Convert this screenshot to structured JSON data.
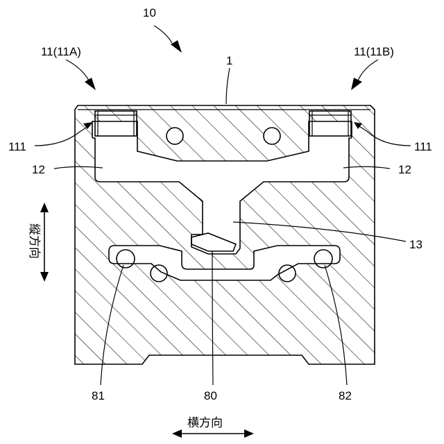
{
  "labels": {
    "assembly": "10",
    "part_left": "11(11A)",
    "part_right": "11(11B)",
    "body": "1",
    "port_left": "111",
    "port_right": "111",
    "slot_left": "12",
    "slot_right": "12",
    "channel": "13",
    "center_part": "80",
    "pin_left": "81",
    "pin_right": "82",
    "vertical_direction": "縦方向",
    "horizontal_direction": "横方向"
  }
}
